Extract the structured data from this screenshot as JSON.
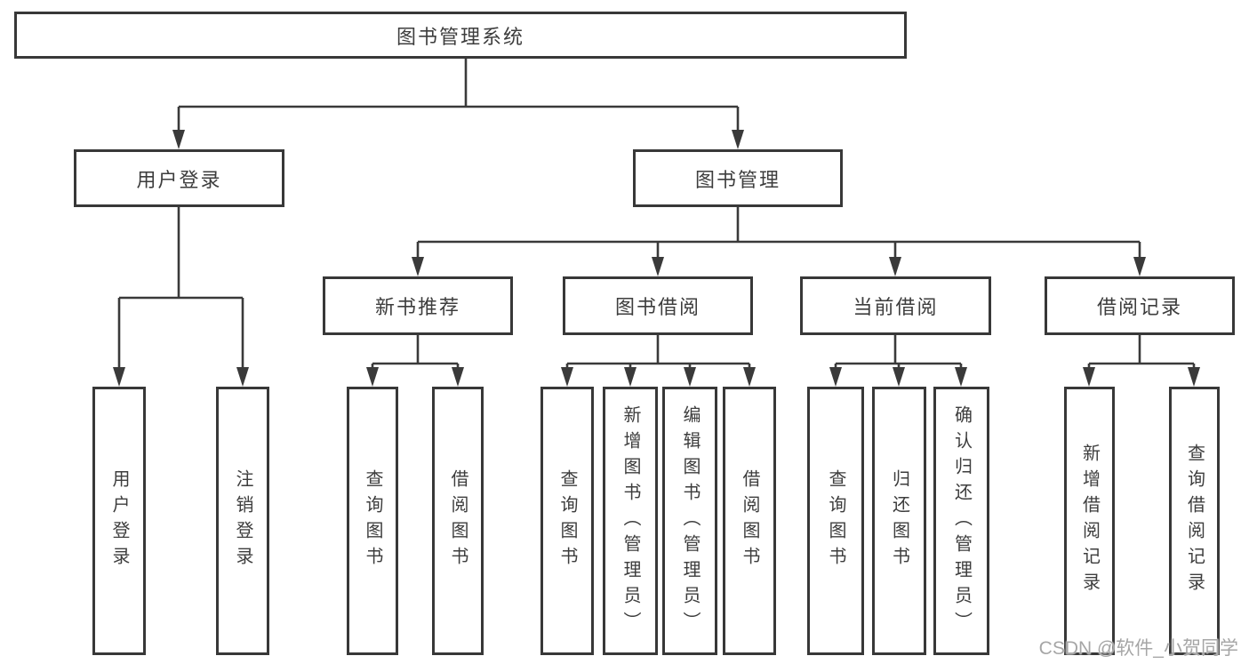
{
  "tree": {
    "label": "图书管理系统",
    "children": [
      {
        "label": "用户登录",
        "children": [
          {
            "label": "用户登录"
          },
          {
            "label": "注销登录"
          }
        ]
      },
      {
        "label": "图书管理",
        "children": [
          {
            "label": "新书推荐",
            "children": [
              {
                "label": "查询图书"
              },
              {
                "label": "借阅图书"
              }
            ]
          },
          {
            "label": "图书借阅",
            "children": [
              {
                "label": "查询图书"
              },
              {
                "label": "新增图书（管理员）"
              },
              {
                "label": "编辑图书（管理员）"
              },
              {
                "label": "借阅图书"
              }
            ]
          },
          {
            "label": "当前借阅",
            "children": [
              {
                "label": "查询图书"
              },
              {
                "label": "归还图书"
              },
              {
                "label": "确认归还（管理员）"
              }
            ]
          },
          {
            "label": "借阅记录",
            "children": [
              {
                "label": "新增借阅记录"
              },
              {
                "label": "查询借阅记录"
              }
            ]
          }
        ]
      }
    ]
  },
  "line_color": "#3a3a3a",
  "watermark": "CSDN @软件_小贺同学"
}
